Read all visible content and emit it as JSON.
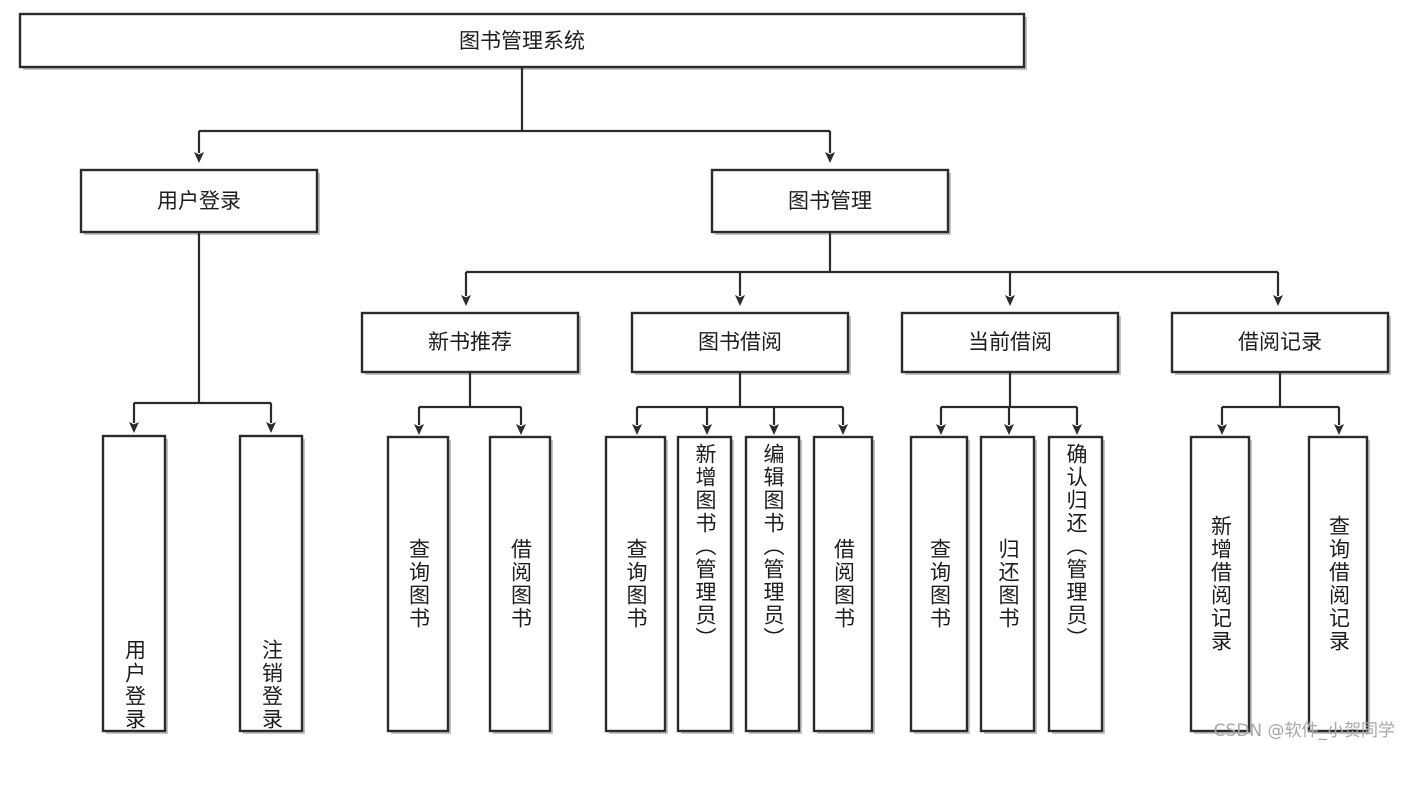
{
  "diagram": {
    "type": "tree-hierarchy",
    "title": "图书管理系统",
    "watermark": "CSDN @软件_小贺同学",
    "root": {
      "id": "root",
      "label": "图书管理系统",
      "orientation": "horizontal"
    },
    "level2": [
      {
        "id": "user-login",
        "label": "用户登录",
        "orientation": "horizontal"
      },
      {
        "id": "book-manage",
        "label": "图书管理",
        "orientation": "horizontal"
      }
    ],
    "level3": [
      {
        "id": "new-book-recommend",
        "label": "新书推荐",
        "orientation": "horizontal",
        "parent": "book-manage"
      },
      {
        "id": "book-borrow",
        "label": "图书借阅",
        "orientation": "horizontal",
        "parent": "book-manage"
      },
      {
        "id": "current-borrow",
        "label": "当前借阅",
        "orientation": "horizontal",
        "parent": "book-manage"
      },
      {
        "id": "borrow-record",
        "label": "借阅记录",
        "orientation": "horizontal",
        "parent": "book-manage"
      }
    ],
    "leaves": [
      {
        "id": "leaf-user-login",
        "label": "用户登录",
        "orientation": "vertical",
        "parent": "user-login",
        "align": "bottom"
      },
      {
        "id": "leaf-logout",
        "label": "注销登录",
        "orientation": "vertical",
        "parent": "user-login",
        "align": "bottom"
      },
      {
        "id": "leaf-query-book-1",
        "label": "查询图书",
        "orientation": "vertical",
        "parent": "new-book-recommend",
        "align": "center"
      },
      {
        "id": "leaf-borrow-book-1",
        "label": "借阅图书",
        "orientation": "vertical",
        "parent": "new-book-recommend",
        "align": "center"
      },
      {
        "id": "leaf-query-book-2",
        "label": "查询图书",
        "orientation": "vertical",
        "parent": "book-borrow",
        "align": "center"
      },
      {
        "id": "leaf-add-book",
        "label": "新增图书（管理员）",
        "orientation": "vertical",
        "parent": "book-borrow",
        "align": "top"
      },
      {
        "id": "leaf-edit-book",
        "label": "编辑图书（管理员）",
        "orientation": "vertical",
        "parent": "book-borrow",
        "align": "top"
      },
      {
        "id": "leaf-borrow-book-2",
        "label": "借阅图书",
        "orientation": "vertical",
        "parent": "book-borrow",
        "align": "center"
      },
      {
        "id": "leaf-query-book-3",
        "label": "查询图书",
        "orientation": "vertical",
        "parent": "current-borrow",
        "align": "center"
      },
      {
        "id": "leaf-return-book",
        "label": "归还图书",
        "orientation": "vertical",
        "parent": "current-borrow",
        "align": "center"
      },
      {
        "id": "leaf-confirm-return",
        "label": "确认归还（管理员）",
        "orientation": "vertical",
        "parent": "current-borrow",
        "align": "top"
      },
      {
        "id": "leaf-add-record",
        "label": "新增借阅记录",
        "orientation": "vertical",
        "parent": "borrow-record",
        "align": "center"
      },
      {
        "id": "leaf-query-record",
        "label": "查询借阅记录",
        "orientation": "vertical",
        "parent": "borrow-record",
        "align": "center"
      }
    ],
    "colors": {
      "box_stroke": "#2b2b2b",
      "box_fill": "#ffffff",
      "connector": "#2b2b2b",
      "text": "#1d1d1d",
      "background": "#ffffff",
      "watermark": "#a8a8a8",
      "shadow": "#b9b9b9"
    }
  }
}
